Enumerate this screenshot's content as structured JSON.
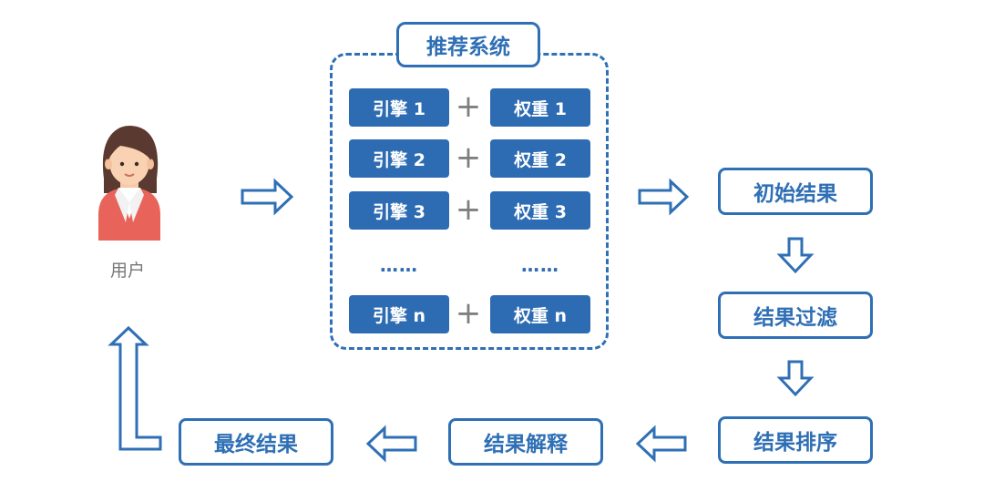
{
  "user": {
    "label": "用户"
  },
  "system": {
    "title": "推荐系统",
    "rows": [
      {
        "engine": "引擎 1",
        "weight": "权重 1"
      },
      {
        "engine": "引擎 2",
        "weight": "权重 2"
      },
      {
        "engine": "引擎 3",
        "weight": "权重 3"
      },
      {
        "engine": "引擎 n",
        "weight": "权重 n"
      }
    ],
    "plus": "+",
    "ellipsis": "……"
  },
  "steps": {
    "initial": "初始结果",
    "filter": "结果过滤",
    "sort": "结果排序",
    "explain": "结果解释",
    "final": "最终结果"
  },
  "colors": {
    "primary": "#2d6cb3",
    "outline": "#2f6fb5",
    "plus": "#7f7f7f",
    "user_shirt": "#e8635a",
    "user_hair": "#5a3a30"
  }
}
